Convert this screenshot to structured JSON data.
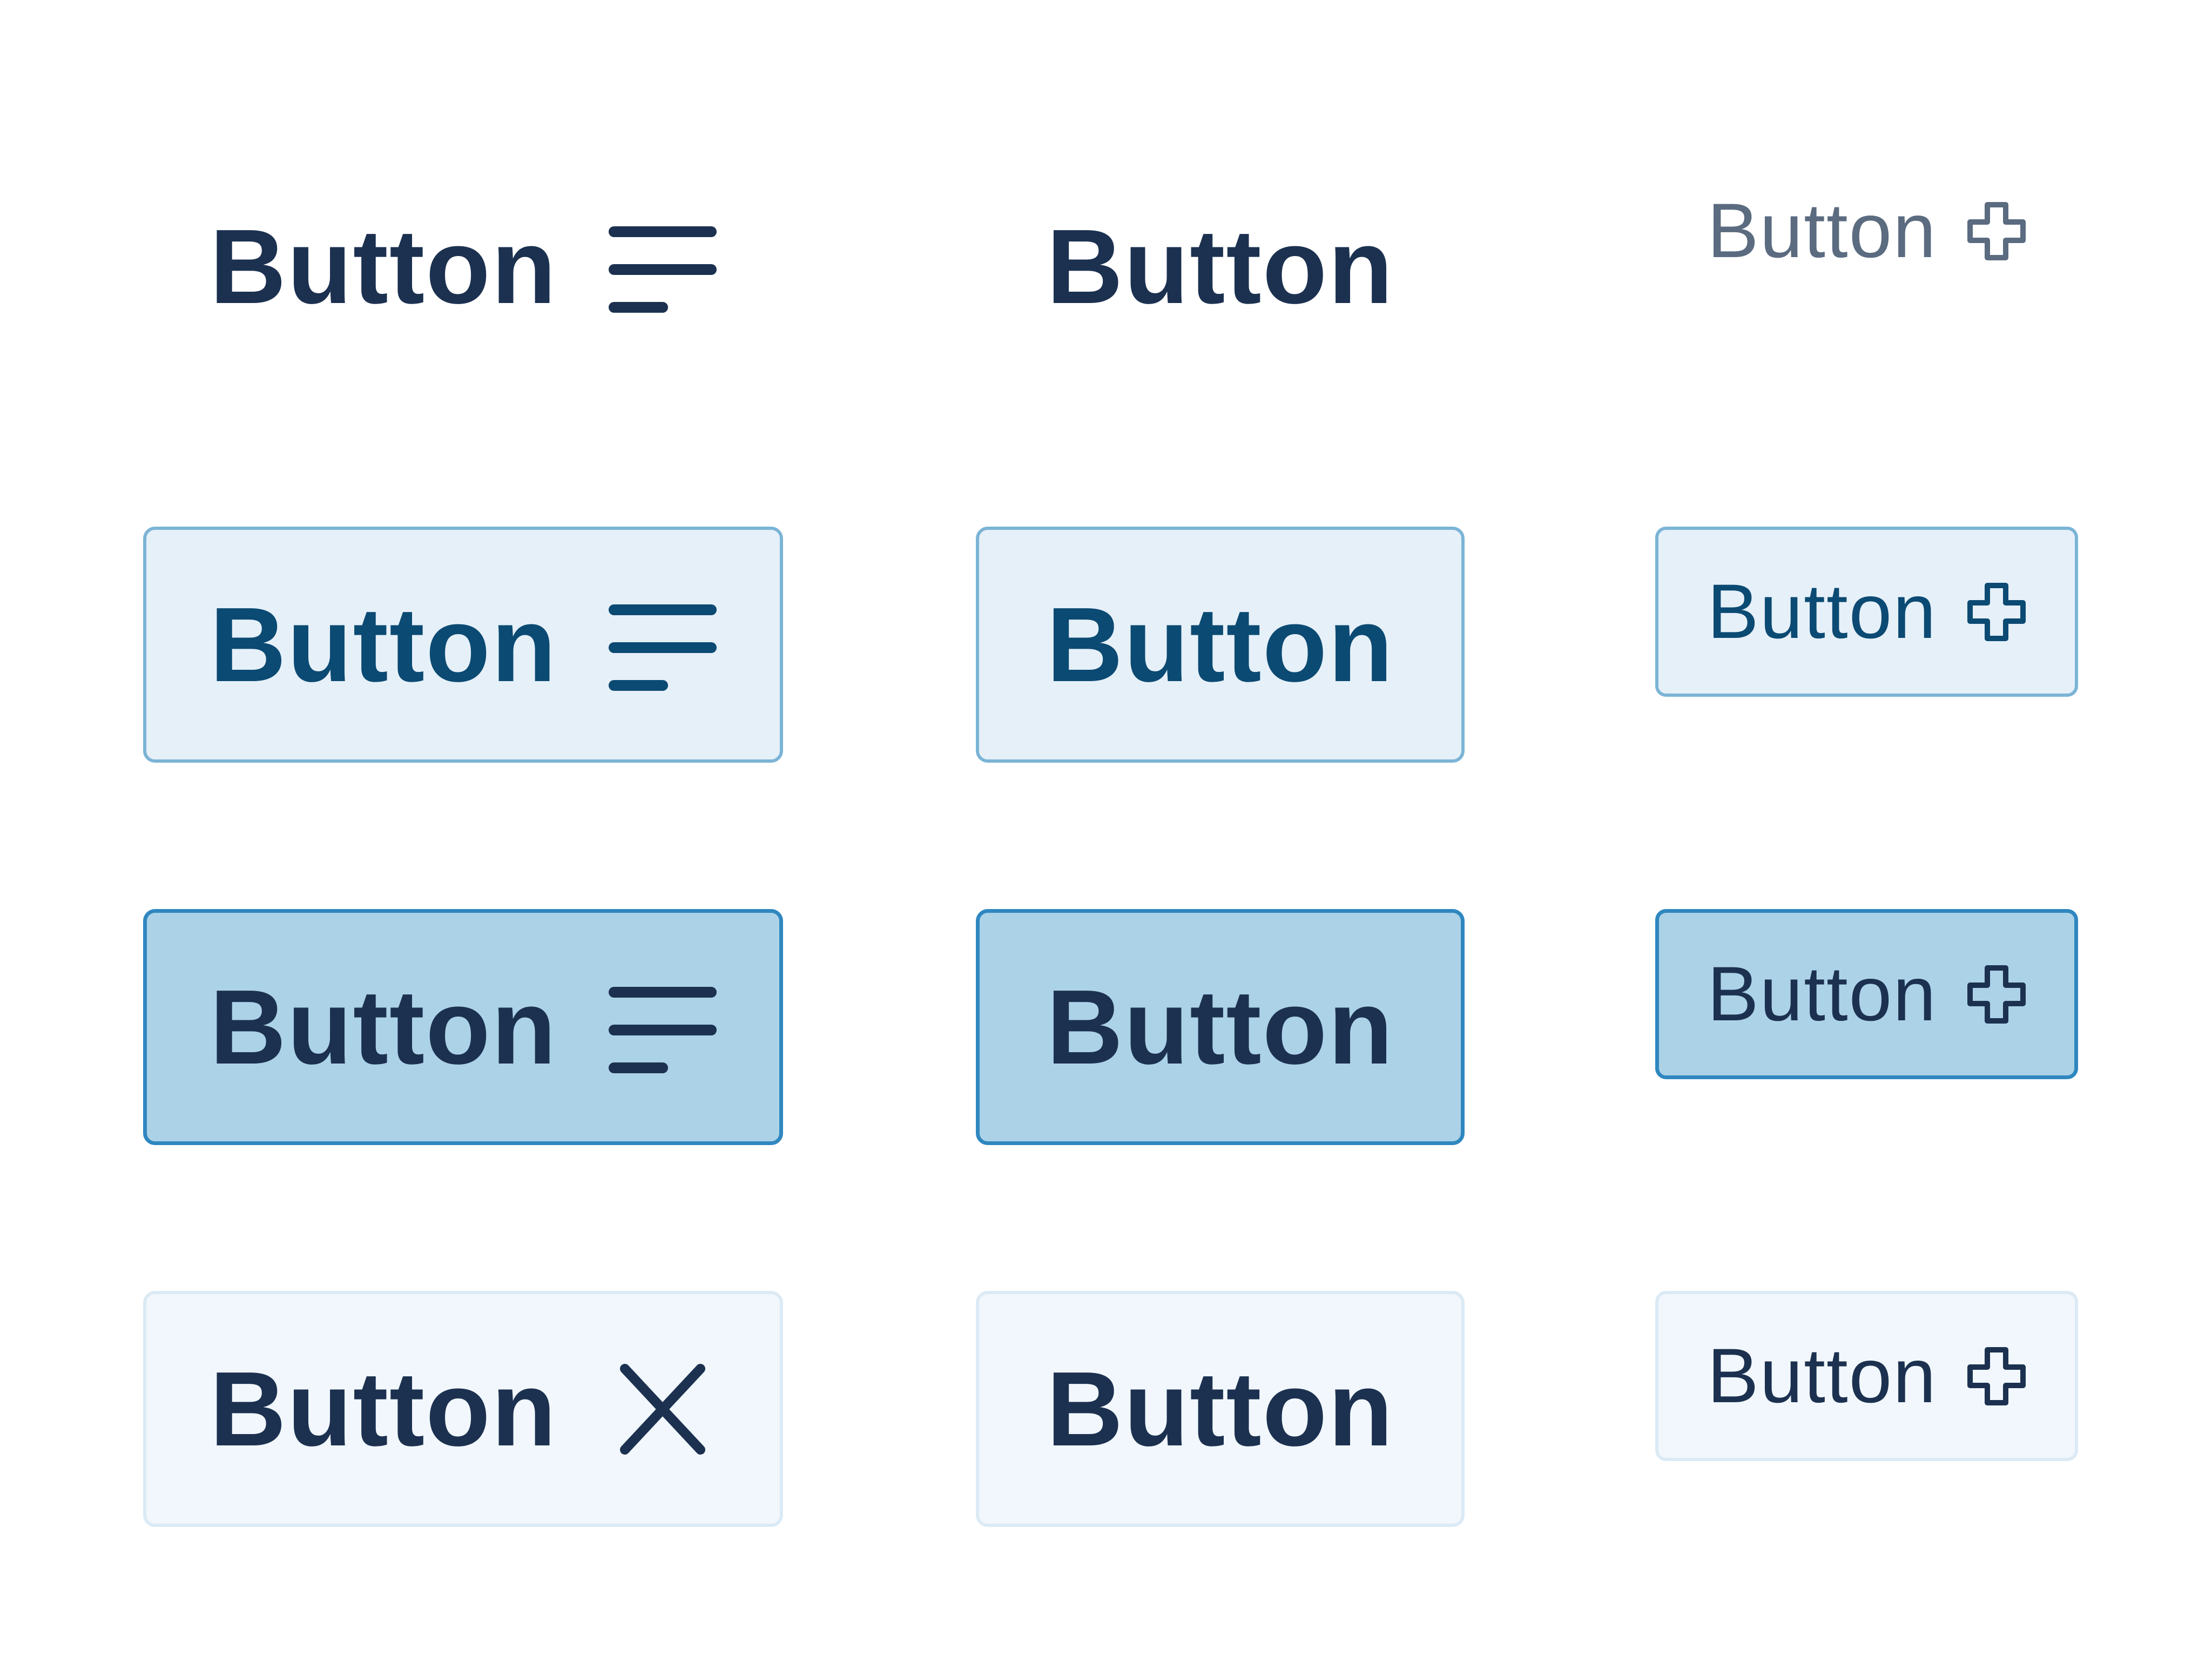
{
  "colors": {
    "text_dark": "#1c3150",
    "text_blue": "#0b4a73",
    "text_muted": "#5b6b80",
    "outline_bg": "#e6f0f8",
    "outline_border": "#7bb4d6",
    "filled_bg": "#acd2e7",
    "filled_border": "#2f87bf",
    "soft_bg": "#f1f7fc",
    "soft_border": "#dbeaf5"
  },
  "rows": [
    {
      "variant": "plain",
      "buttons": [
        {
          "label": "Button",
          "icon": "menu-lines-icon"
        },
        {
          "label": "Button",
          "icon": ""
        },
        {
          "label": "Button",
          "icon": "plus-outline-icon"
        }
      ]
    },
    {
      "variant": "outline",
      "buttons": [
        {
          "label": "Button",
          "icon": "menu-lines-icon"
        },
        {
          "label": "Button",
          "icon": ""
        },
        {
          "label": "Button",
          "icon": "plus-outline-icon"
        }
      ]
    },
    {
      "variant": "filled",
      "buttons": [
        {
          "label": "Button",
          "icon": "menu-lines-icon"
        },
        {
          "label": "Button",
          "icon": ""
        },
        {
          "label": "Button",
          "icon": "plus-outline-icon"
        }
      ]
    },
    {
      "variant": "soft",
      "buttons": [
        {
          "label": "Button",
          "icon": "close-x-icon"
        },
        {
          "label": "Button",
          "icon": ""
        },
        {
          "label": "Button",
          "icon": "plus-outline-icon"
        }
      ]
    }
  ]
}
